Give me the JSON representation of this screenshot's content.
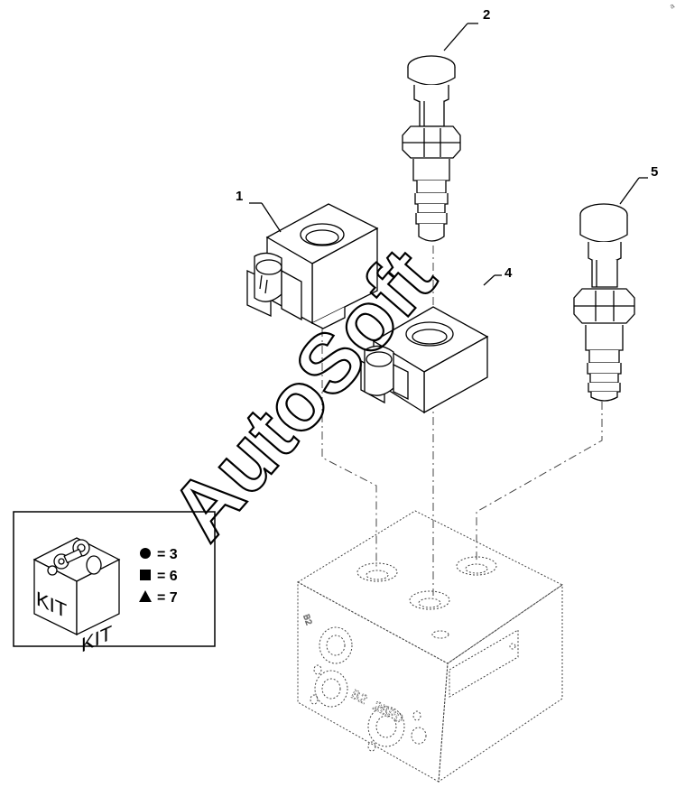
{
  "callouts": {
    "c1": "1",
    "c2": "2",
    "c4": "4",
    "c5": "5"
  },
  "kit": {
    "box_label_left": "KIT",
    "box_label_right": "KIT",
    "rows": [
      {
        "symbol": "circle",
        "text": "= 3"
      },
      {
        "symbol": "square",
        "text": "= 6"
      },
      {
        "symbol": "triangle",
        "text": "= 7"
      }
    ]
  },
  "watermark": "AutoSoft",
  "block_marking": "B2 2BPD",
  "block_marking_small": "B2",
  "corner_mark": "a"
}
